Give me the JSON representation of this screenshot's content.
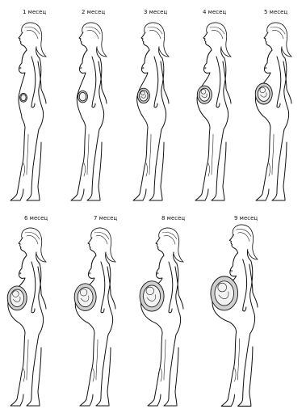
{
  "stages": [
    {
      "label": "1 месец",
      "month": 1
    },
    {
      "label": "2 месец",
      "month": 2
    },
    {
      "label": "3 месец",
      "month": 3
    },
    {
      "label": "4 месец",
      "month": 4
    },
    {
      "label": "5 месец",
      "month": 5
    },
    {
      "label": "6 месец",
      "month": 6
    },
    {
      "label": "7 месец",
      "month": 7
    },
    {
      "label": "8 месец",
      "month": 8
    },
    {
      "label": "9 месец",
      "month": 9
    }
  ]
}
